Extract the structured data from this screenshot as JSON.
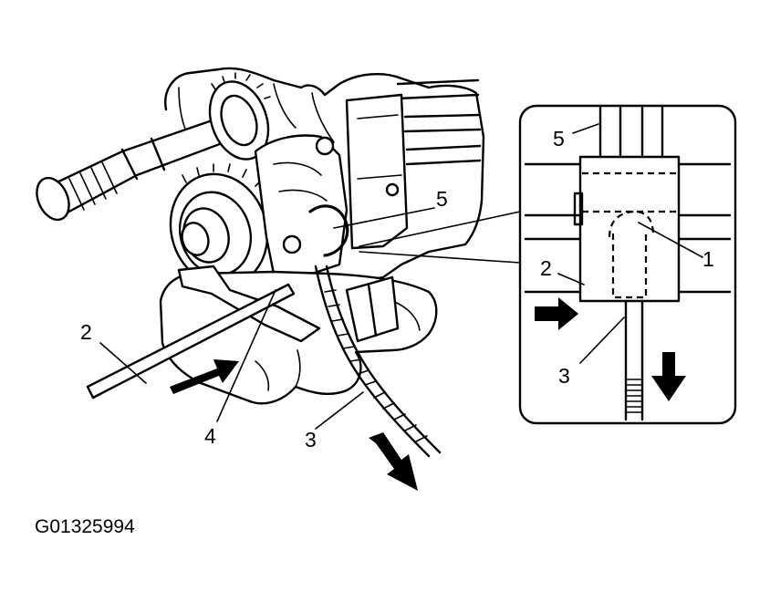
{
  "figure": {
    "reference_code": "G01325994",
    "main_callouts": [
      {
        "id": "main-5",
        "text": "5"
      },
      {
        "id": "main-2",
        "text": "2"
      },
      {
        "id": "main-4",
        "text": "4"
      },
      {
        "id": "main-3",
        "text": "3"
      }
    ],
    "inset_callouts": [
      {
        "id": "inset-5",
        "text": "5"
      },
      {
        "id": "inset-1",
        "text": "1"
      },
      {
        "id": "inset-2",
        "text": "2"
      },
      {
        "id": "inset-3",
        "text": "3"
      }
    ],
    "colors": {
      "ink": "#000000",
      "paper": "#ffffff"
    }
  }
}
